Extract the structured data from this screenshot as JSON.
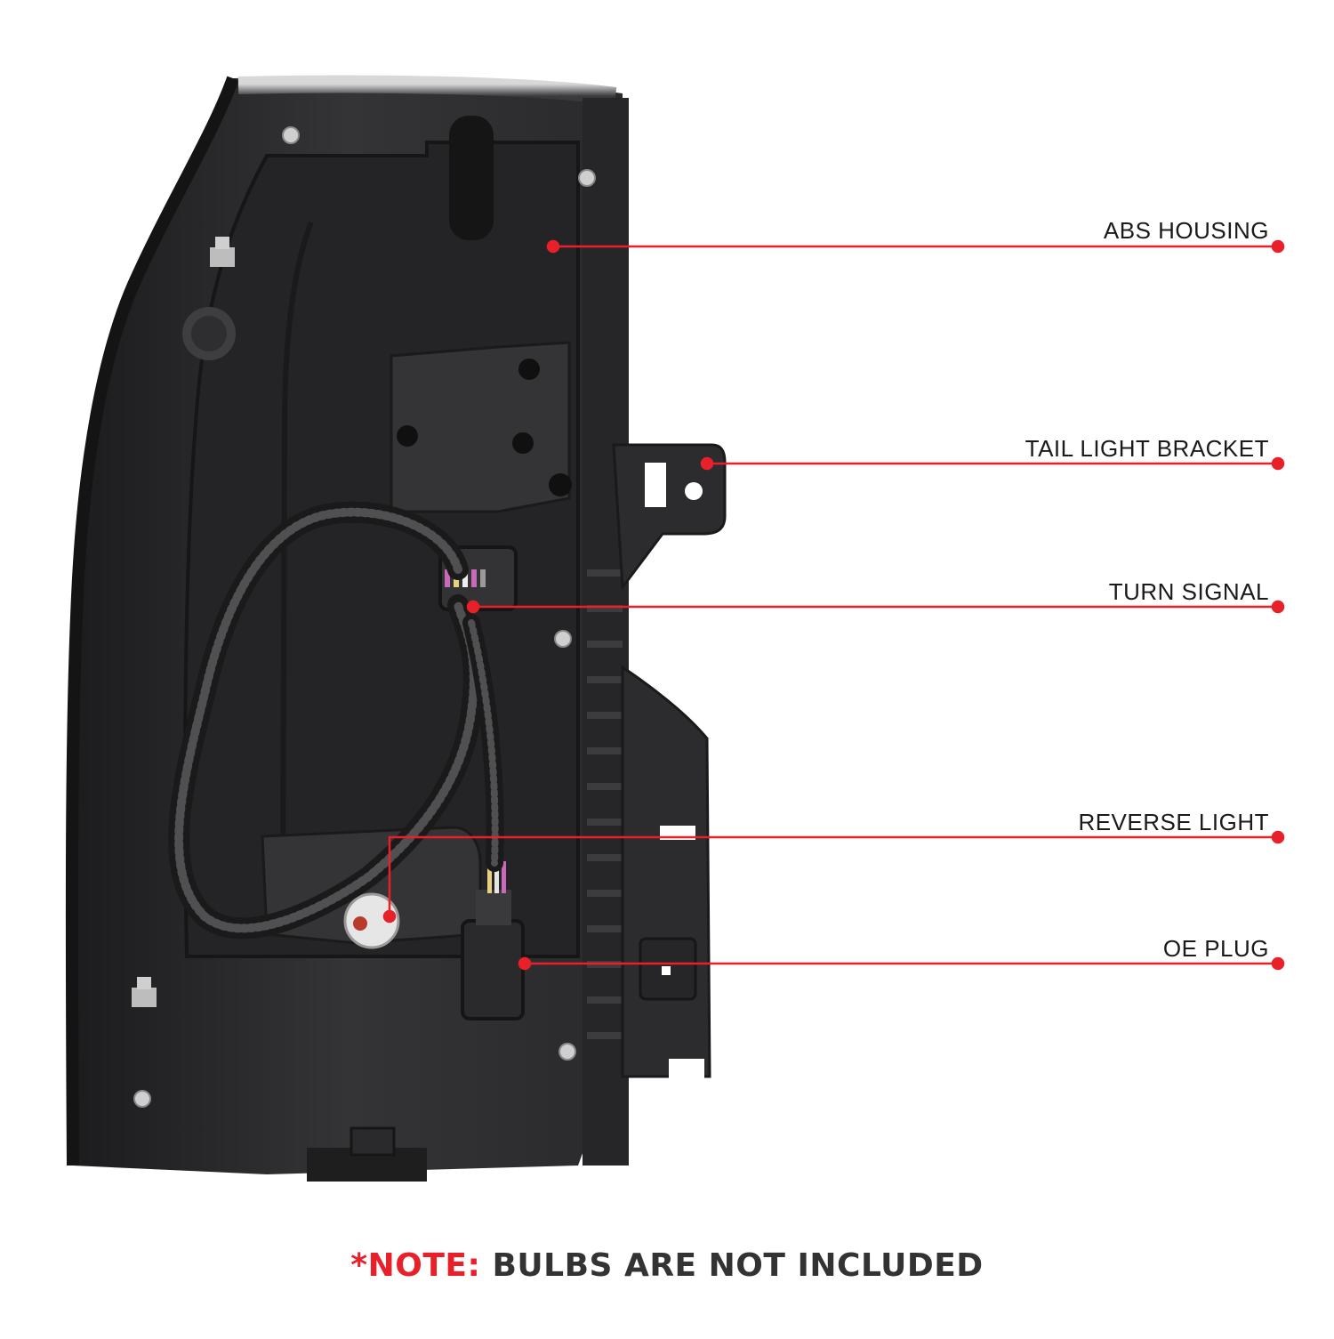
{
  "callouts": [
    {
      "id": "abs-housing",
      "label": "ABS HOUSING"
    },
    {
      "id": "tail-light-bracket",
      "label": "TAIL LIGHT BRACKET"
    },
    {
      "id": "turn-signal",
      "label": "TURN SIGNAL"
    },
    {
      "id": "reverse-light",
      "label": "REVERSE LIGHT"
    },
    {
      "id": "oe-plug",
      "label": "OE PLUG"
    }
  ],
  "note": {
    "prefix": "*NOTE:",
    "text": "BULBS ARE NOT INCLUDED"
  },
  "colors": {
    "accent": "#e8202a",
    "housing": "#2e2e30",
    "text": "#1a1a1a"
  }
}
